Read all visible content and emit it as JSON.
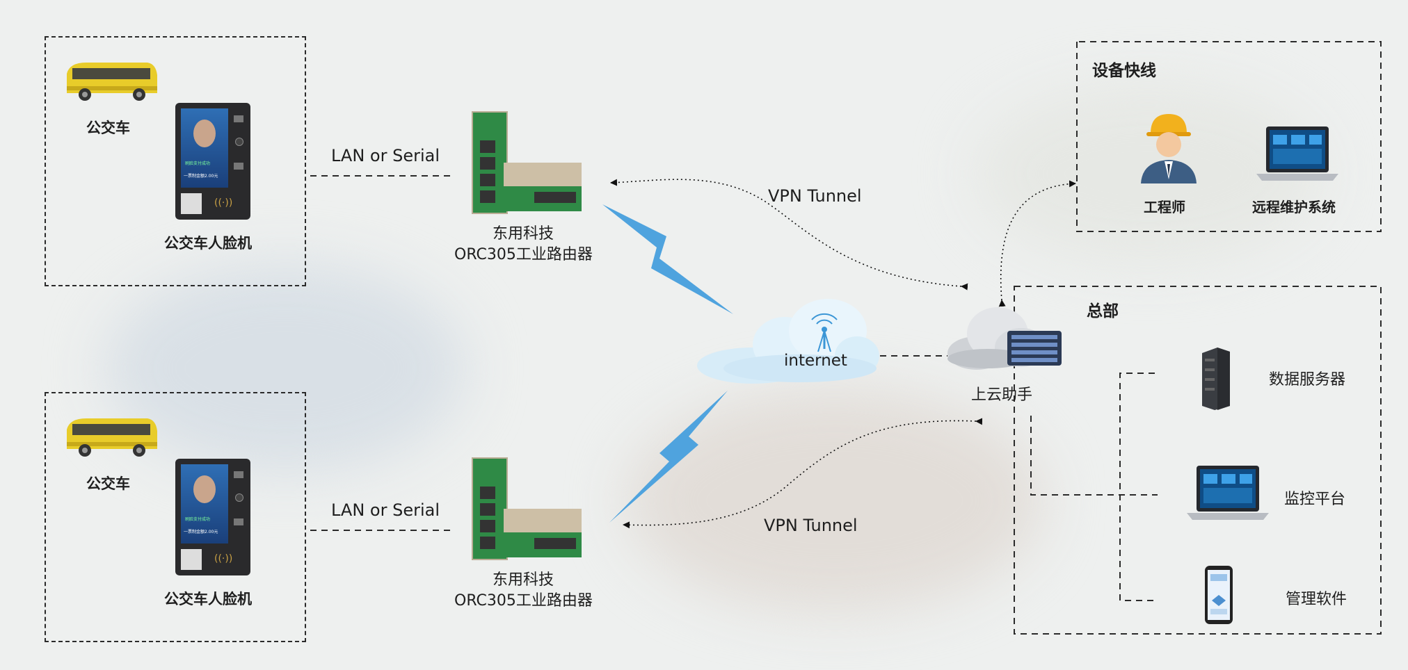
{
  "zones": {
    "top_left": {
      "bus_label": "公交车",
      "terminal_label": "公交车人脸机",
      "terminal_screen_text": "一票制金额2.00元",
      "terminal_screen_banner": "刷脸支付成功"
    },
    "bottom_left": {
      "bus_label": "公交车",
      "terminal_label": "公交车人脸机",
      "terminal_screen_text": "一票制金额2.00元",
      "terminal_screen_banner": "刷脸支付成功"
    },
    "quick_line": {
      "title": "设备快线",
      "engineer_label": "工程师",
      "remote_label": "远程维护系统"
    },
    "hq": {
      "title": "总部",
      "server_label": "数据服务器",
      "monitor_label": "监控平台",
      "app_label": "管理软件"
    }
  },
  "links": {
    "lan_top": "LAN or Serial",
    "lan_bottom": "LAN or Serial",
    "vpn_top": "VPN Tunnel",
    "vpn_bottom": "VPN Tunnel"
  },
  "routers": {
    "top": {
      "line1": "东用科技",
      "line2": "ORC305工业路由器"
    },
    "bottom": {
      "line1": "东用科技",
      "line2": "ORC305工业路由器"
    }
  },
  "cloud": {
    "internet_label": "internet",
    "assistant_label": "上云助手"
  },
  "colors": {
    "lightning": "#4fa3de",
    "bus_yellow": "#e8cc2a",
    "router_green": "#2f8a46",
    "router_beige": "#cdbfa6",
    "dashed_line": "#2a2a2a"
  }
}
